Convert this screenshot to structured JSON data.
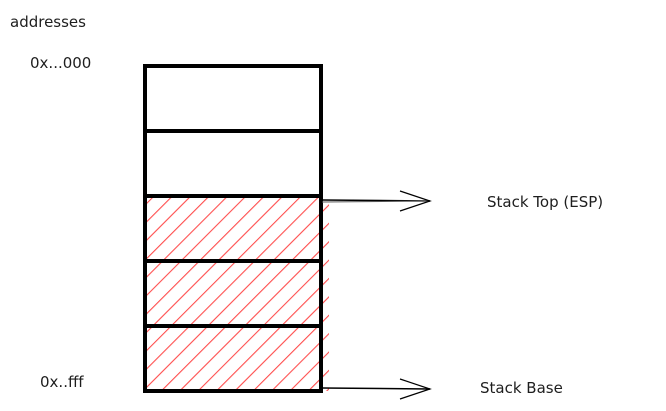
{
  "diagram": {
    "axis_label": "addresses",
    "low_address": "0x...000",
    "high_address": "0x..fff",
    "stack_top_label": "Stack Top (ESP)",
    "stack_base_label": "Stack Base",
    "cells": [
      {
        "filled": false
      },
      {
        "filled": false
      },
      {
        "filled": true
      },
      {
        "filled": true
      },
      {
        "filled": true
      }
    ],
    "colors": {
      "stroke": "#000000",
      "hatch": "#ff4d4d",
      "text": "#1e1e1e"
    }
  }
}
